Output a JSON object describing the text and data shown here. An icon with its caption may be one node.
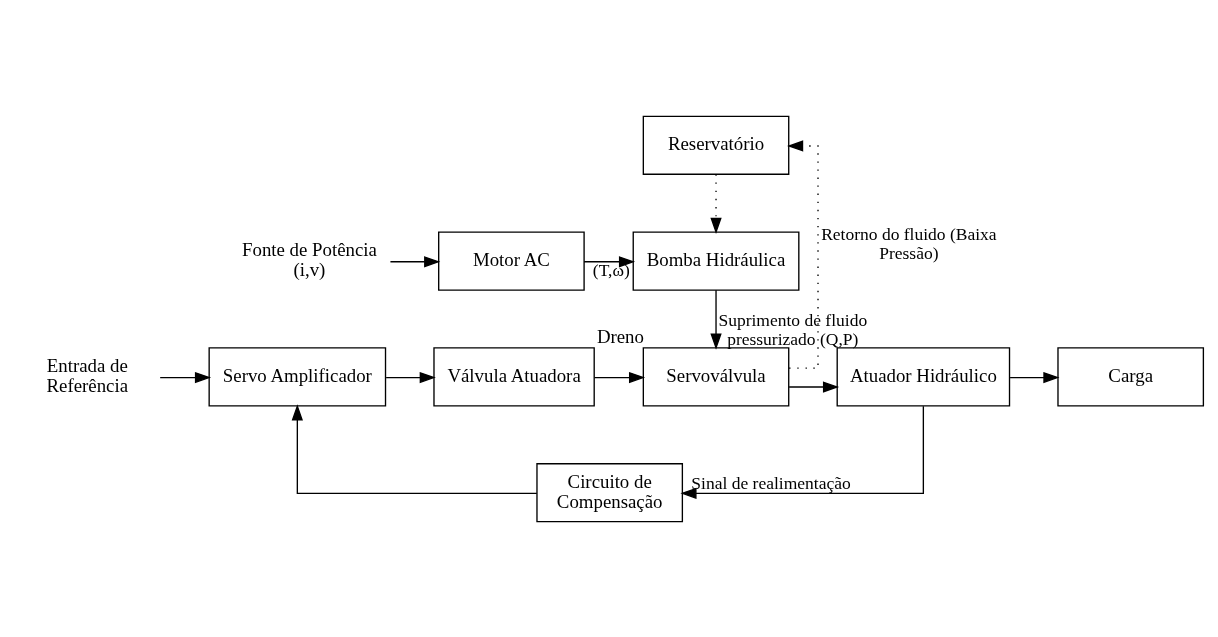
{
  "diagram": {
    "nodes": [
      {
        "text": [
          "Reservatório"
        ]
      },
      {
        "text": [
          "Fonte de Potência (i,v)"
        ]
      },
      {
        "text": [
          "Motor AC"
        ]
      },
      {
        "text": [
          "Bomba Hidráulica"
        ]
      },
      {
        "text": [
          "Entrada de Referência"
        ]
      },
      {
        "text": [
          "Servo Amplificador"
        ]
      },
      {
        "text": [
          "Válvula Atuadora"
        ]
      },
      {
        "text": [
          "Servoválvula"
        ],
        "beside": [
          "Dreno"
        ]
      },
      {
        "text": [
          "Atuador Hidráulico"
        ]
      },
      {
        "text": [
          "Carga"
        ]
      },
      {
        "text": [
          "Circuito de Compensação"
        ]
      }
    ],
    "edges": [
      {
        "from": 0,
        "to": 3,
        "arrow": "to",
        "style": "dashed"
      },
      {
        "from": 1,
        "to": 2,
        "arrow": "to"
      },
      {
        "from": 2,
        "to": 3,
        "arrow": "to",
        "label": "(T,ω)"
      },
      {
        "from": 3,
        "to": 7,
        "arrow": "to",
        "label": "Suprimento de fluido pressurizado (Q,P)"
      },
      {
        "from": 4,
        "to": 5,
        "arrow": "to"
      },
      {
        "from": 5,
        "to": 6,
        "arrow": "to"
      },
      {
        "from": 6,
        "to": 7,
        "arrow": "to"
      },
      {
        "from": 7,
        "to": 8,
        "arrow": "to"
      },
      {
        "from": 8,
        "to": 9,
        "arrow": "to"
      },
      {
        "from": 7,
        "to": 0,
        "arrow": "to",
        "style": "dashed",
        "label": "Retorno do fluido (Baixa Pressão)"
      },
      {
        "from": 8,
        "to": 10,
        "arrow": "to",
        "label": "Sinal de realimentação"
      },
      {
        "from": 10,
        "to": 5,
        "arrow": "to"
      }
    ]
  }
}
